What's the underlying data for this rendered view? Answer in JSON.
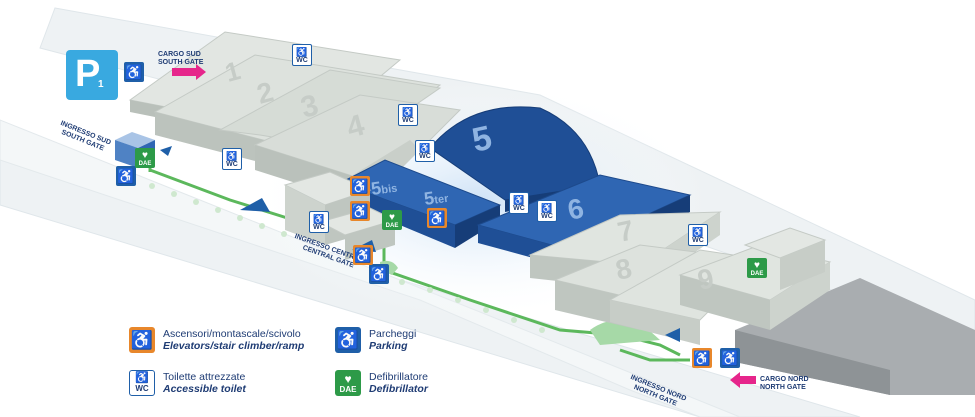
{
  "parking": {
    "letter": "P",
    "number": "1"
  },
  "halls": {
    "h1": "1",
    "h2": "2",
    "h3": "3",
    "h4": "4",
    "h5": "5",
    "h5bis_num": "5",
    "h5bis_suffix": "bis",
    "h5ter_num": "5",
    "h5ter_suffix": "ter",
    "h6": "6",
    "h7": "7",
    "h8": "8",
    "h9": "9"
  },
  "gates": {
    "cargo_sud": {
      "line1": "CARGO SUD",
      "line2": "SOUTH GATE"
    },
    "ingresso_sud": {
      "line1": "INGRESSO SUD",
      "line2": "SOUTH GATE"
    },
    "ingresso_centrale": {
      "line1": "INGRESSO CENTRALE",
      "line2": "CENTRAL GATE"
    },
    "ingresso_nord": {
      "line1": "INGRESSO NORD",
      "line2": "NORTH GATE"
    },
    "cargo_nord": {
      "line1": "CARGO NORD",
      "line2": "NORTH GATE"
    }
  },
  "icons": {
    "wc_text": "WC",
    "dae_text": "DAE"
  },
  "legend": [
    {
      "icon": "accessible-elevator-icon",
      "roman": "Ascensori/montascale/scivolo",
      "italic": "Elevators/stair climber/ramp"
    },
    {
      "icon": "parking-icon",
      "roman": "Parcheggi",
      "italic": "Parking"
    },
    {
      "icon": "accessible-toilet-icon",
      "roman": "Toilette attrezzate",
      "italic": "Accessible toilet"
    },
    {
      "icon": "defibrillator-icon",
      "roman": "Defibrillatore",
      "italic": "Defibrillator"
    }
  ],
  "colors": {
    "hall_grey": "#d5dbd6",
    "hall_blue": "#1f4f96",
    "accent_pink": "#e6268b",
    "path_green": "#5cb85c",
    "brand_blue": "#1f5fa8",
    "text_navy": "#1f3c74"
  }
}
